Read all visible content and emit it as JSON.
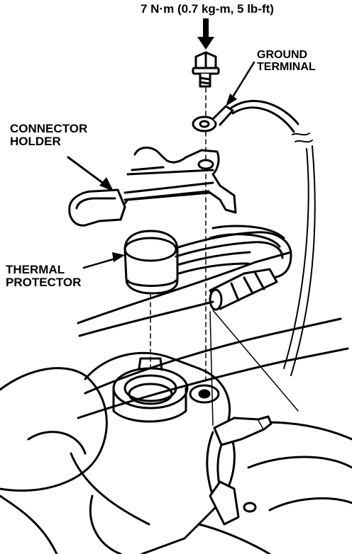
{
  "labels": {
    "torque": "7 N·m (0.7 kg-m, 5 lb-ft)",
    "ground_terminal": [
      "GROUND",
      "TERMINAL"
    ],
    "connector_holder": [
      "CONNECTOR",
      "HOLDER"
    ],
    "thermal_protector": [
      "THERMAL",
      "PROTECTOR"
    ]
  },
  "colors": {
    "ink": "#000000",
    "paper": "#ffffff"
  }
}
